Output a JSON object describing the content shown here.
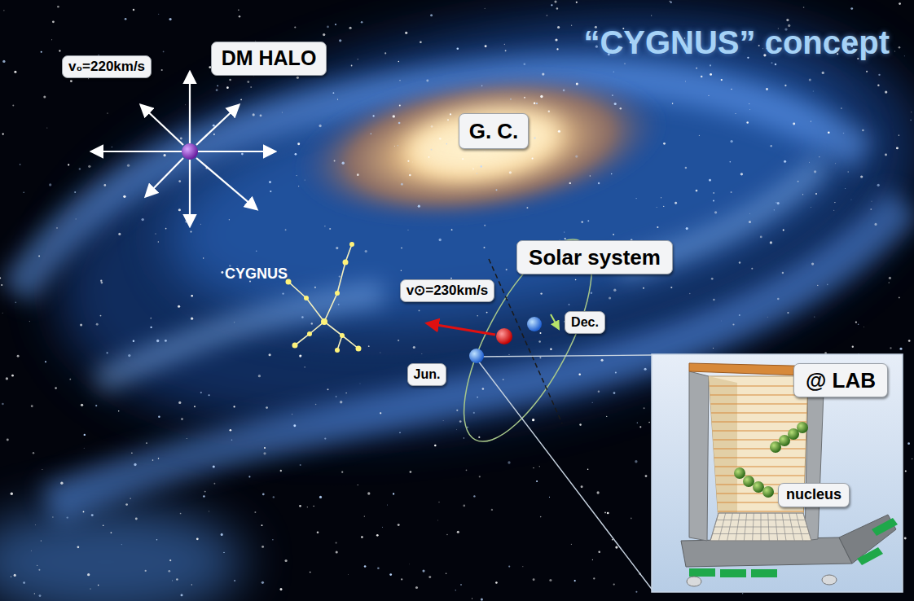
{
  "diagram": {
    "title": "“CYGNUS” concept",
    "nodes": [
      {
        "text": [
          "v₀=220km/s"
        ]
      },
      {
        "text": [
          "DM HALO"
        ]
      },
      {
        "text": [
          "G. C."
        ]
      },
      {
        "text": [
          "Solar system"
        ]
      },
      {
        "text": [
          "v⊙=230km/s"
        ]
      },
      {
        "text": [
          "Dec."
        ]
      },
      {
        "text": [
          "Jun."
        ]
      },
      {
        "text": [
          "@ LAB"
        ]
      },
      {
        "text": [
          "nucleus"
        ]
      }
    ],
    "labels": [
      "CYGNUS"
    ]
  }
}
